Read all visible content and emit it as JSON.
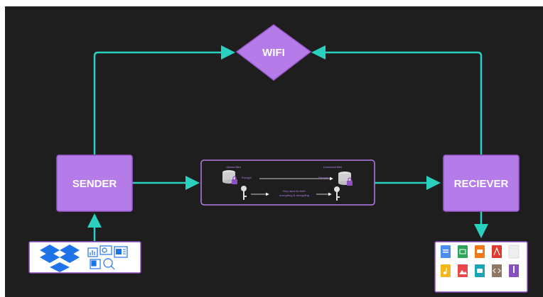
{
  "diagram": {
    "colors": {
      "background": "#1e1e1e",
      "node_fill": "#b57be8",
      "node_stroke": "#9b59d0",
      "connector": "#2ad1c0",
      "panel_fill": "#ffffff",
      "panel_stroke": "#8e4fc2"
    },
    "nodes": {
      "wifi": "WIFI",
      "sender": "SENDER",
      "receiver": "RECIEVER"
    },
    "middle_panel": {
      "top_left_caption": "Upload files",
      "top_right_caption": "Download files",
      "mid_left_caption": "Encrypt",
      "mid_right_caption": "Decrypt",
      "key_caption_line1": "Key used for both",
      "key_caption_line2": "encrypting & decrypting"
    },
    "source_icons": [
      "dropbox-icon",
      "chart-doc-icon",
      "outlook-icon",
      "word-icon",
      "publisher-icon",
      "search-doc-icon"
    ],
    "output_icons": [
      "doc-blue-icon",
      "sheet-green-icon",
      "slides-orange-icon",
      "pdf-red-icon",
      "blank-file-icon",
      "audio-yellow-icon",
      "image-red-icon",
      "video-teal-icon",
      "code-brown-icon",
      "zip-purple-icon"
    ]
  }
}
